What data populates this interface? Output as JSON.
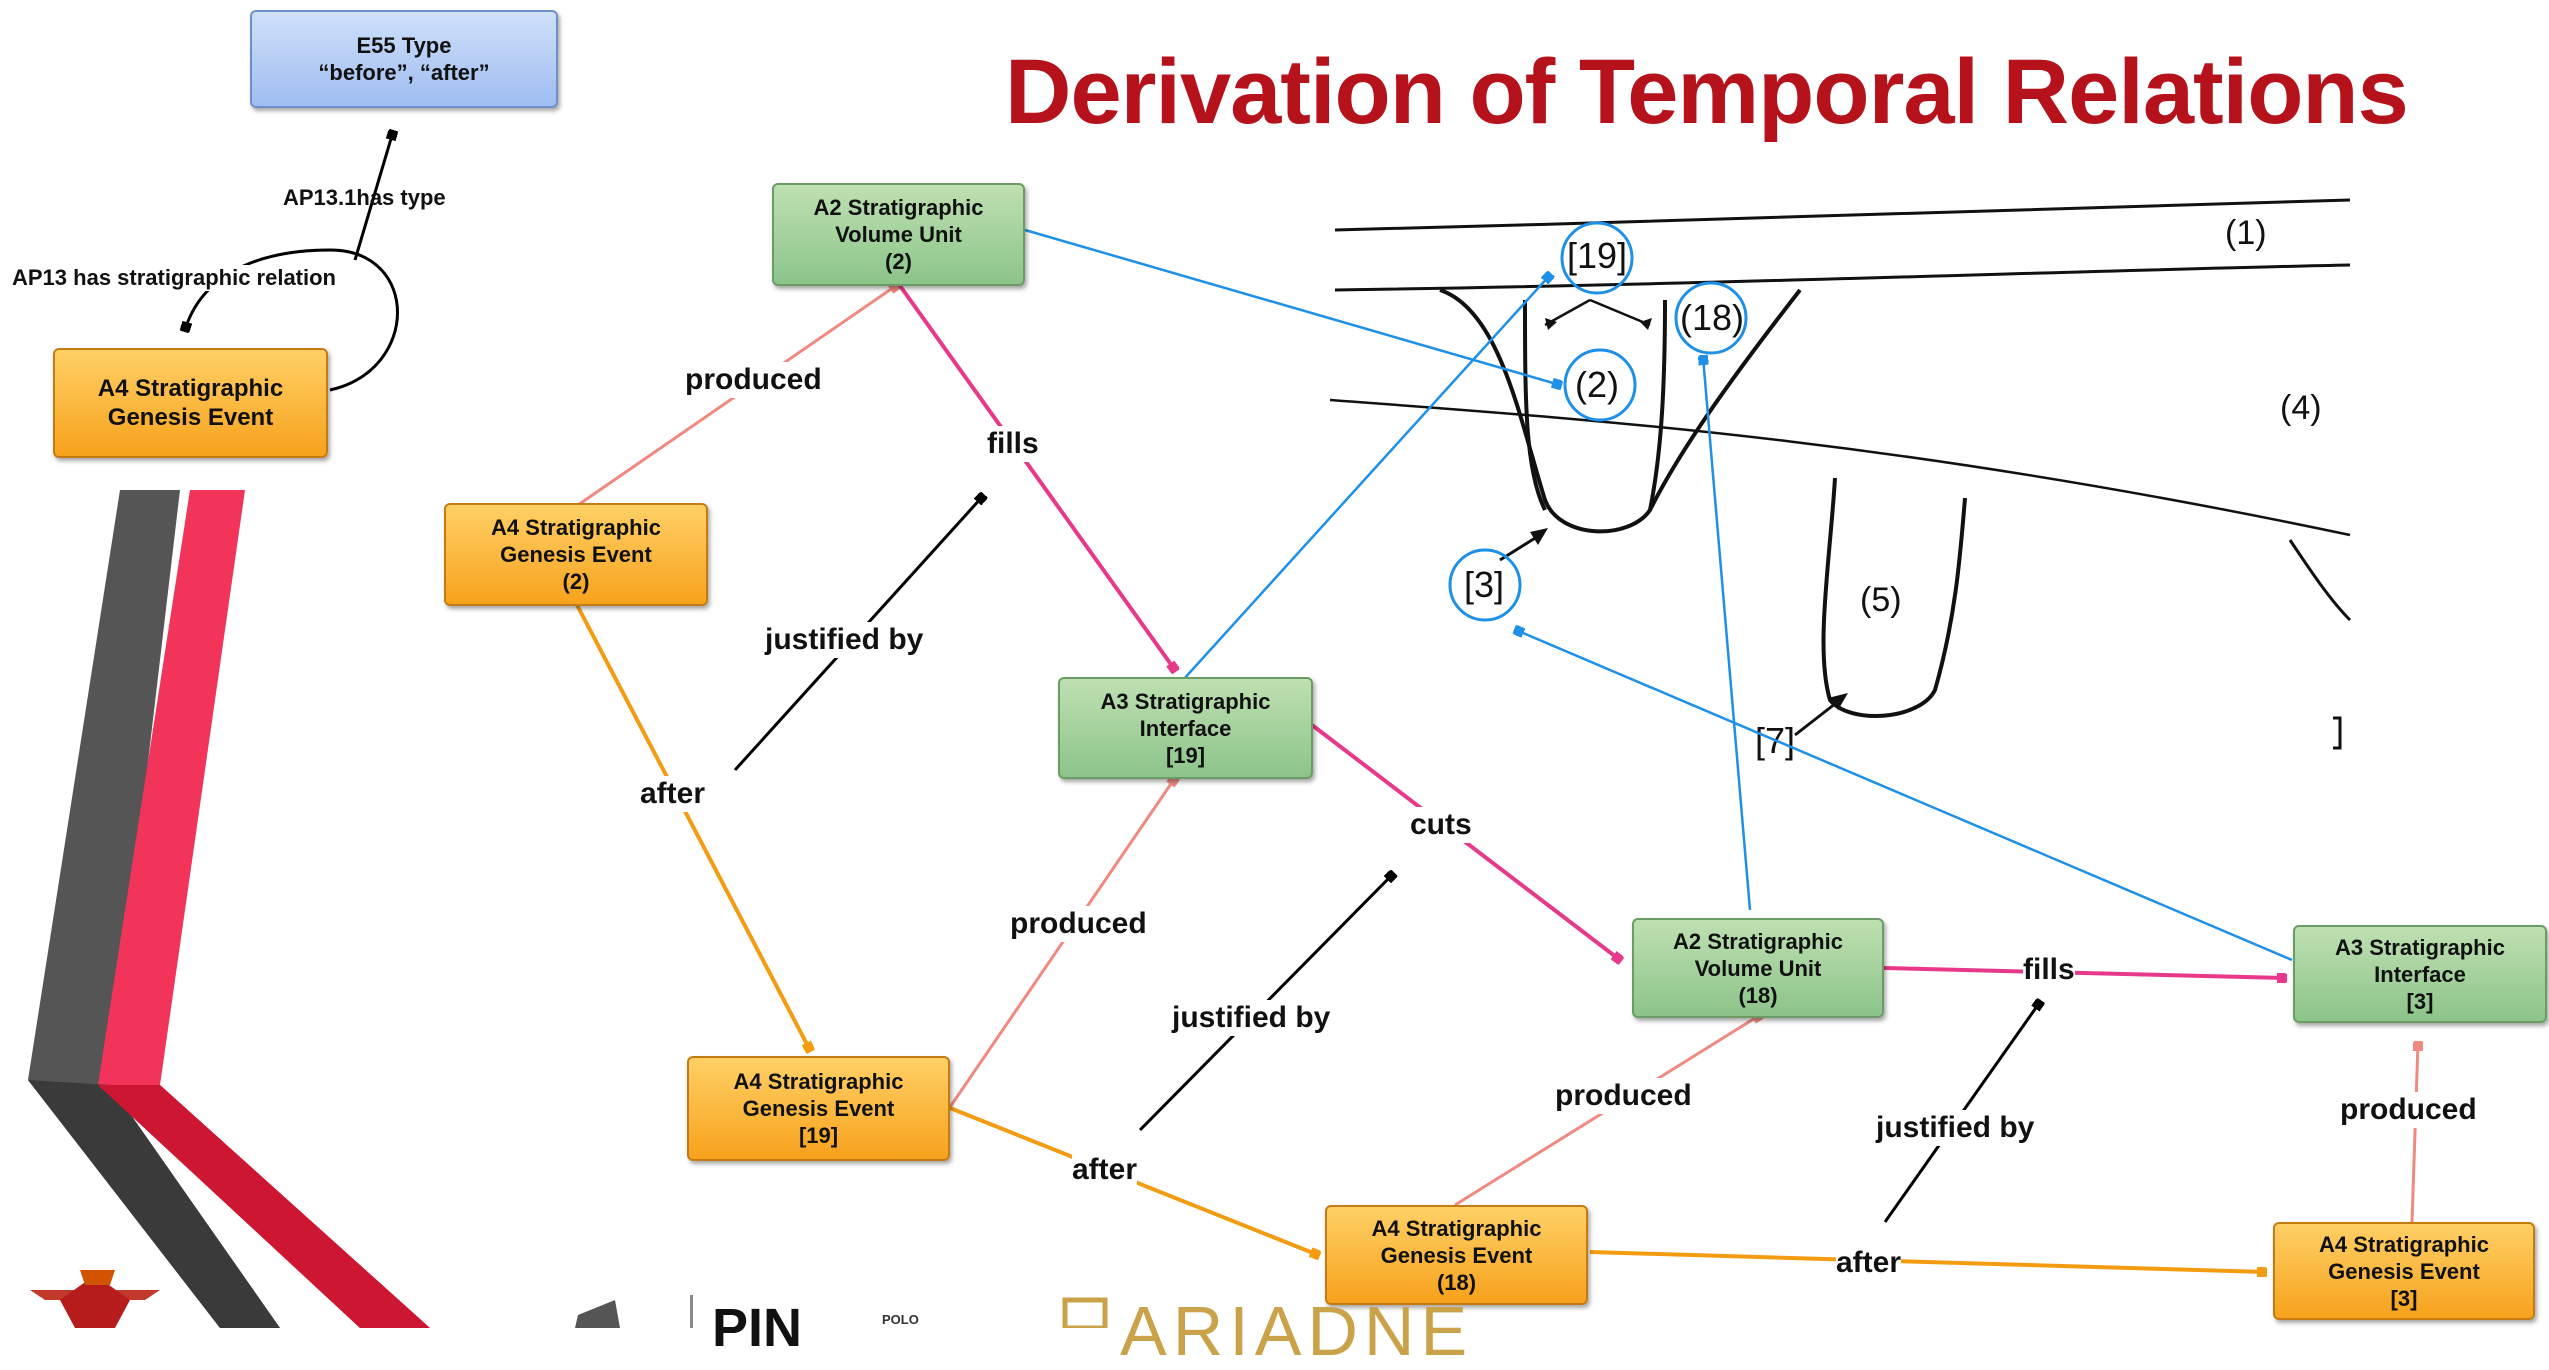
{
  "title": "Derivation of Temporal Relations",
  "nodes": {
    "e55": {
      "line1": "E55 Type",
      "line2": "“before”, “after”"
    },
    "a4_top": {
      "line1": "A4 Stratigraphic",
      "line2": "Genesis Event"
    },
    "a2_2": {
      "line1": "A2 Stratigraphic",
      "line2": "Volume Unit",
      "line3": "(2)"
    },
    "a4_2": {
      "line1": "A4 Stratigraphic",
      "line2": "Genesis Event",
      "line3": "(2)"
    },
    "a3_19": {
      "line1": "A3 Stratigraphic",
      "line2": "Interface",
      "line3": "[19]"
    },
    "a4_19": {
      "line1": "A4 Stratigraphic",
      "line2": "Genesis Event",
      "line3": "[19]"
    },
    "a2_18": {
      "line1": "A2 Stratigraphic",
      "line2": "Volume Unit",
      "line3": "(18)"
    },
    "a4_18": {
      "line1": "A4 Stratigraphic",
      "line2": "Genesis Event",
      "line3": "(18)"
    },
    "a3_3": {
      "line1": "A3 Stratigraphic",
      "line2": "Interface",
      "line3": "[3]"
    },
    "a4_3": {
      "line1": "A4 Stratigraphic",
      "line2": "Genesis Event",
      "line3": "[3]"
    }
  },
  "edge_labels": {
    "ap13_1": "AP13.1has type",
    "ap13": "AP13 has stratigraphic relation",
    "produced_2": "produced",
    "fills_2": "fills",
    "justified_1": "justified by",
    "after_1": "after",
    "produced_19": "produced",
    "cuts": "cuts",
    "justified_2": "justified by",
    "after_2": "after",
    "produced_18": "produced",
    "fills_18": "fills",
    "justified_3": "justified by",
    "after_3": "after",
    "produced_3": "produced"
  },
  "section_labels": {
    "l1": "(1)",
    "l19": "[19]",
    "l18": "(18)",
    "l2": "(2)",
    "l4": "(4)",
    "l3": "[3]",
    "l5": "(5)",
    "l7": "[7]"
  },
  "footer": {
    "logo_text": "ARIADNE",
    "partner": "PIN",
    "partner_small": "POLO"
  },
  "colors": {
    "title": "#b5121b",
    "orange_arrow": "#f39c12",
    "pink_arrow": "#e8388a",
    "salmon_arrow": "#f08a80",
    "blue_arrow": "#1e90e8",
    "black_arrow": "#000000"
  }
}
